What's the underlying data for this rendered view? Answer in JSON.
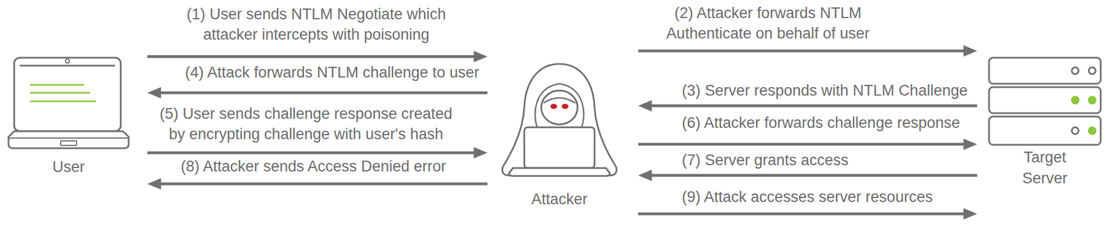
{
  "diagram": {
    "nodes": [
      {
        "text": [
          "User"
        ]
      },
      {
        "text": [
          "Attacker"
        ]
      },
      {
        "text": [
          "Target Server"
        ]
      }
    ],
    "edges": [
      {
        "from": 0,
        "to": 1,
        "arrow": "to",
        "label": "(1) User sends NTLM Negotiate which attacker intercepts with poisoning"
      },
      {
        "from": 1,
        "to": 2,
        "arrow": "to",
        "label": "(2) Attacker forwards NTLM Authenticate on behalf of user"
      },
      {
        "from": 2,
        "to": 1,
        "arrow": "to",
        "label": "(3) Server responds with NTLM Challenge"
      },
      {
        "from": 1,
        "to": 0,
        "arrow": "to",
        "label": "(4) Attack forwards NTLM challenge to user"
      },
      {
        "from": 0,
        "to": 1,
        "arrow": "to",
        "label": "(5) User sends challenge response created by encrypting challenge with user's hash"
      },
      {
        "from": 1,
        "to": 2,
        "arrow": "to",
        "label": "(6) Attacker forwards challenge response"
      },
      {
        "from": 2,
        "to": 1,
        "arrow": "to",
        "label": "(7) Server grants access"
      },
      {
        "from": 1,
        "to": 0,
        "arrow": "to",
        "label": "(8) Attacker sends Access Denied error"
      },
      {
        "from": 1,
        "to": 2,
        "arrow": "to",
        "label": "(9) Attack accesses server resources"
      }
    ]
  }
}
